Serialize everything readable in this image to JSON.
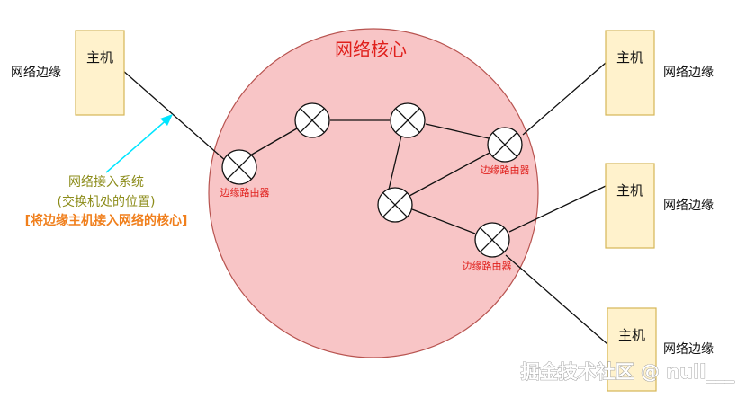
{
  "core": {
    "title": "网络核心",
    "fill": "#f8c5c6",
    "stroke": "#b85450"
  },
  "host": {
    "label": "主机",
    "fill": "#fff2cc",
    "stroke": "#d6b656"
  },
  "edge_label": "网络边缘",
  "router": {
    "label": "边缘路由器"
  },
  "access": {
    "line1": "网络接入系统",
    "line2": "(交换机处的位置)",
    "line3": "[将边缘主机接入网络的核心]",
    "arrow_color": "#00e5ff"
  },
  "watermark": "掘金技术社区 @ null___"
}
